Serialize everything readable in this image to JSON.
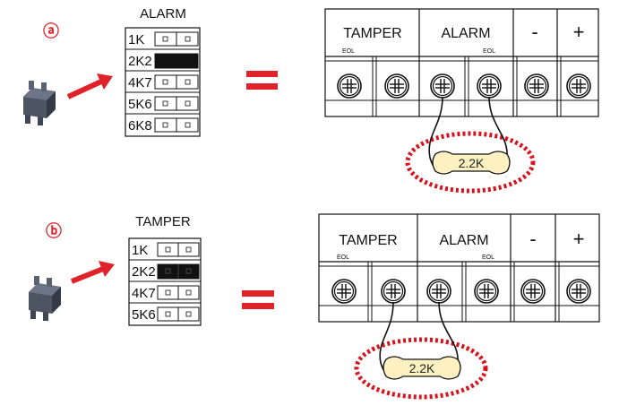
{
  "panels": [
    {
      "section_label": "ⓐ",
      "jumper_title": "ALARM",
      "jumper_rows": [
        {
          "label": "1K",
          "selected": false
        },
        {
          "label": "2K2",
          "selected": true
        },
        {
          "label": "4K7",
          "selected": false
        },
        {
          "label": "5K6",
          "selected": false
        },
        {
          "label": "6K8",
          "selected": false
        }
      ],
      "equals": "=",
      "terminal_headers": [
        {
          "label": "TAMPER",
          "sub": "EOL"
        },
        {
          "label": "ALARM",
          "sub": "EOL"
        },
        {
          "label": "-",
          "sub": ""
        },
        {
          "label": "+",
          "sub": ""
        }
      ],
      "resistor_value": "2.2K",
      "resistor_across": "ALARM"
    },
    {
      "section_label": "ⓑ",
      "jumper_title": "TAMPER",
      "jumper_rows": [
        {
          "label": "1K",
          "selected": false
        },
        {
          "label": "2K2",
          "selected": true
        },
        {
          "label": "4K7",
          "selected": false
        },
        {
          "label": "5K6",
          "selected": false
        }
      ],
      "equals": "=",
      "terminal_headers": [
        {
          "label": "TAMPER",
          "sub": "EOL"
        },
        {
          "label": "ALARM",
          "sub": "EOL"
        },
        {
          "label": "-",
          "sub": ""
        },
        {
          "label": "+",
          "sub": ""
        }
      ],
      "resistor_value": "2.2K",
      "resistor_across": "TAMPER/ALARM"
    }
  ],
  "colors": {
    "accent_red": "#e0222b",
    "resistor_fill": "#fdf1c2",
    "jumper_gray": "#4d5563",
    "selected_fill": "#111111"
  }
}
